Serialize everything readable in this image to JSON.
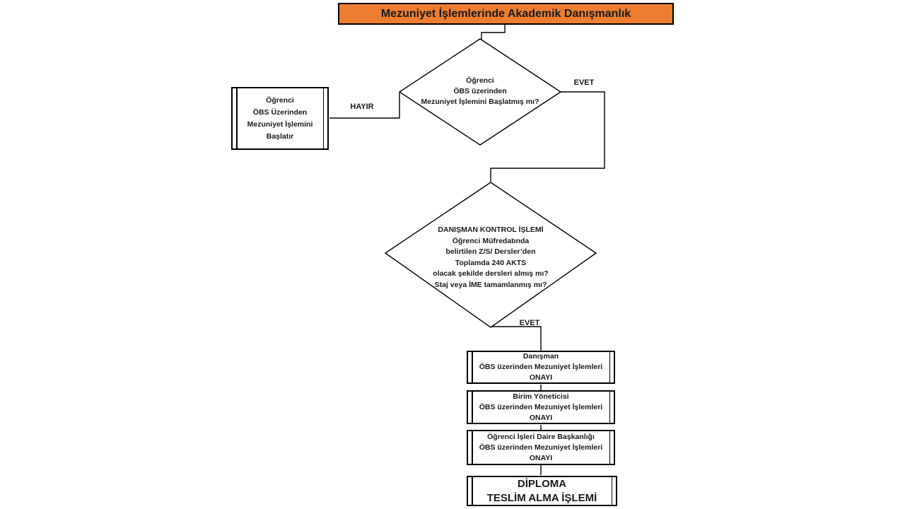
{
  "title": {
    "text": "Mezuniyet İşlemlerinde Akademik Danışmanlık"
  },
  "colors": {
    "title_fill": "#ED7D31",
    "line": "#000000",
    "background": "#FFFFFF"
  },
  "nodes": {
    "start_process": {
      "lines": [
        "Öğrenci",
        "ÖBS Üzerinden",
        "Mezuniyet İşlemini",
        "Başlatır"
      ]
    },
    "decision_1": {
      "lines": [
        "Öğrenci",
        "ÖBS üzerinden",
        "Mezuniyet İşlemini Başlatmış mı?"
      ]
    },
    "decision_2": {
      "lines": [
        "DANIŞMAN KONTROL İŞLEMİ",
        "Öğrenci Müfredatında",
        "belirtilen Z/S/ Dersler’den",
        "Toplamda 240 AKTS",
        "olacak şekilde dersleri almış mı?",
        "Staj veya İME tamamlanmış mı?"
      ]
    },
    "approval_advisor": {
      "lines": [
        "Danışman",
        "ÖBS üzerinden Mezuniyet İşlemleri",
        "ONAYI"
      ]
    },
    "approval_unit_manager": {
      "lines": [
        "Birim Yöneticisi",
        "ÖBS üzerinden Mezuniyet İşlemleri",
        "ONAYI"
      ]
    },
    "approval_student_affairs": {
      "lines": [
        "Öğrenci İşleri Daire Başkanlığı",
        "ÖBS üzerinden Mezuniyet İşlemleri",
        "ONAYI"
      ]
    },
    "diploma": {
      "lines": [
        "DİPLOMA",
        "TESLİM ALMA İŞLEMİ"
      ]
    }
  },
  "edge_labels": {
    "no": "HAYIR",
    "yes_1": "EVET",
    "yes_2": "EVET"
  }
}
